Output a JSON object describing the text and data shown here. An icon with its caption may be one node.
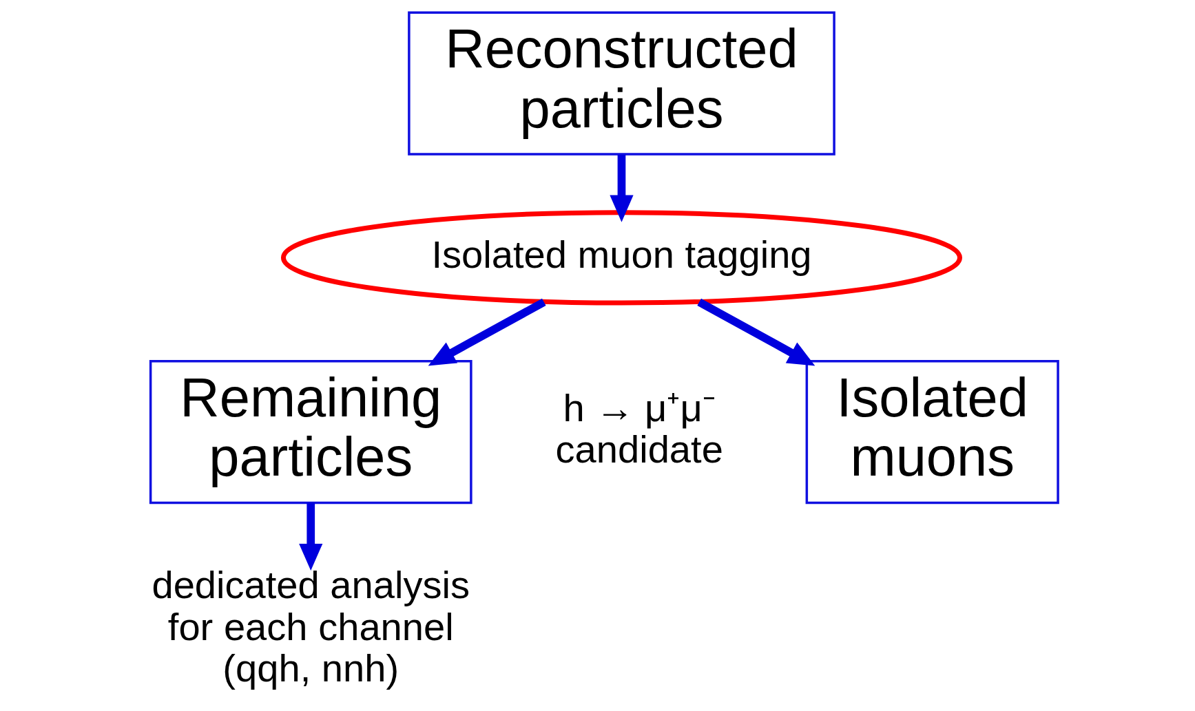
{
  "diagram": {
    "nodes": [
      {
        "text": [
          "Reconstructed particles"
        ]
      },
      {
        "text": [
          "Isolated muon tagging"
        ]
      },
      {
        "text": [
          "Isolated muons"
        ],
        "beside": [
          "h → μ⁺μ⁻ candidate"
        ]
      },
      {
        "text": [
          "Remaining particles"
        ]
      },
      {
        "text": [
          "dedicated analysis for each channel (qqh, nnh)"
        ]
      }
    ],
    "edges": [
      {
        "from": 0,
        "to": 1,
        "arrow": "to"
      },
      {
        "from": 1,
        "to": 2,
        "arrow": "to"
      },
      {
        "from": 1,
        "to": 3,
        "arrow": "to"
      },
      {
        "from": 3,
        "to": 4,
        "arrow": "to"
      }
    ]
  }
}
